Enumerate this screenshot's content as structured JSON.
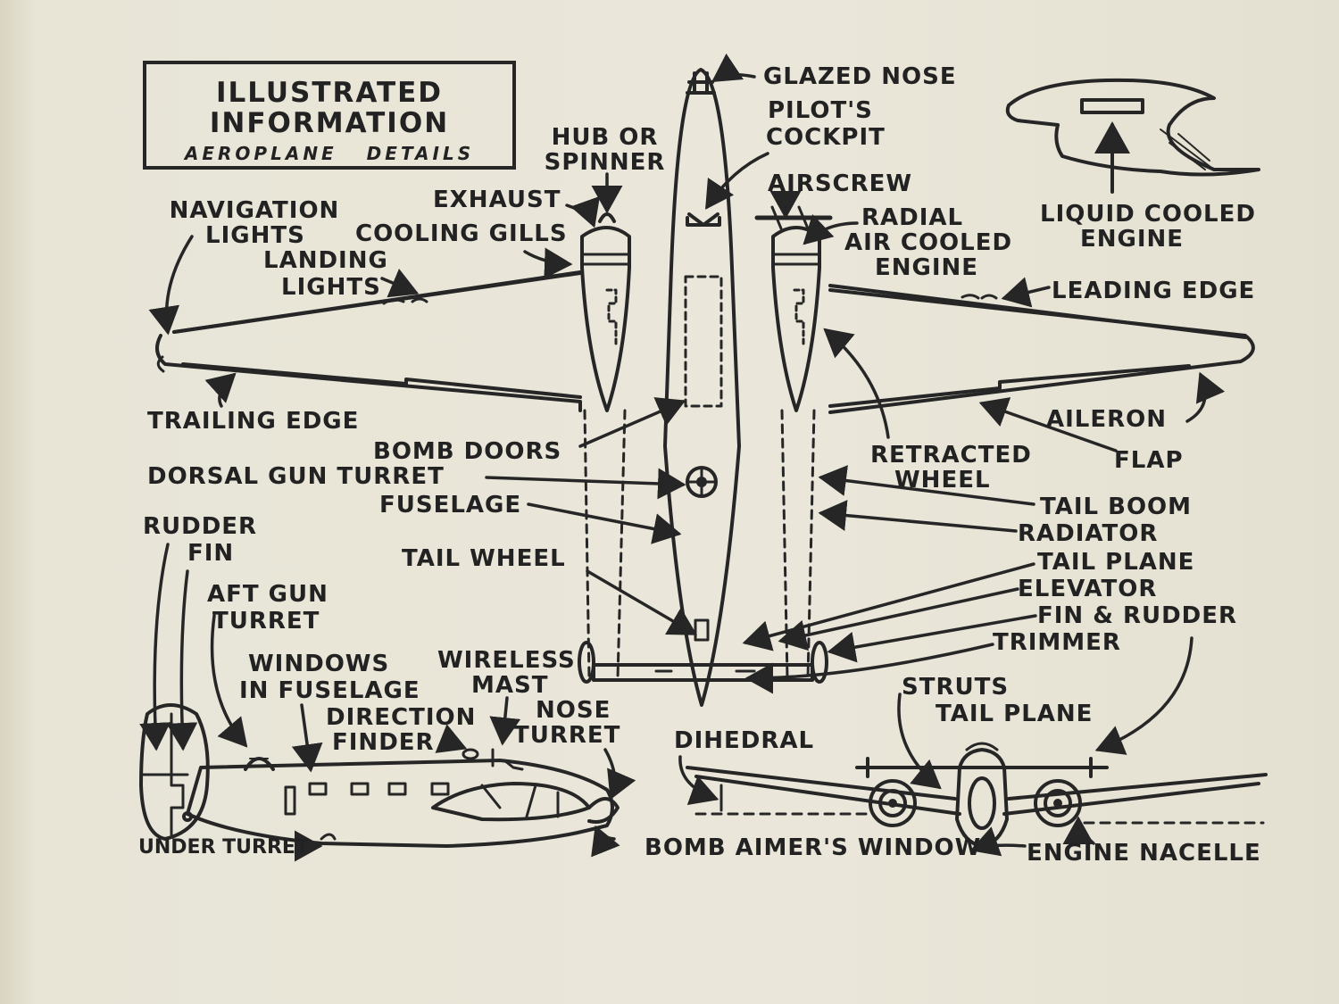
{
  "title": {
    "line1": "ILLUSTRATED",
    "line2": "INFORMATION",
    "subtitle": "AEROPLANE DETAILS"
  },
  "labels": {
    "glazed_nose": "GLAZED NOSE",
    "pilots_cockpit_1": "PILOT'S",
    "pilots_cockpit_2": "COCKPIT",
    "hub_or_spinner_1": "HUB OR",
    "hub_or_spinner_2": "SPINNER",
    "airscrew": "AIRSCREW",
    "exhaust": "EXHAUST",
    "navigation_lights_1": "NAVIGATION",
    "navigation_lights_2": "LIGHTS",
    "cooling_gills": "COOLING GILLS",
    "landing_lights_1": "LANDING",
    "landing_lights_2": "LIGHTS",
    "radial_engine_1": "RADIAL",
    "radial_engine_2": "AIR COOLED",
    "radial_engine_3": "ENGINE",
    "liquid_cooled_1": "LIQUID COOLED",
    "liquid_cooled_2": "ENGINE",
    "leading_edge": "LEADING EDGE",
    "trailing_edge": "TRAILING EDGE",
    "aileron": "AILERON",
    "bomb_doors": "BOMB DOORS",
    "retracted_wheel_1": "RETRACTED",
    "retracted_wheel_2": "WHEEL",
    "flap": "FLAP",
    "dorsal_gun_turret": "DORSAL GUN TURRET",
    "fuselage": "FUSELAGE",
    "tail_boom": "TAIL BOOM",
    "radiator": "RADIATOR",
    "rudder": "RUDDER",
    "fin": "FIN",
    "tail_wheel": "TAIL WHEEL",
    "tail_plane_top": "TAIL PLANE",
    "elevator": "ELEVATOR",
    "fin_rudder": "FIN & RUDDER",
    "aft_gun_1": "AFT GUN",
    "aft_gun_2": "TURRET",
    "trimmer": "TRIMMER",
    "windows_1": "WINDOWS",
    "windows_2": "IN FUSELAGE",
    "wireless_1": "WIRELESS",
    "wireless_2": "MAST",
    "direction_1": "DIRECTION",
    "direction_2": "FINDER",
    "nose_turret_1": "NOSE",
    "nose_turret_2": "TURRET",
    "struts": "STRUTS",
    "tail_plane_front": "TAIL PLANE",
    "dihedral": "DIHEDRAL",
    "under_turret": "UNDER TURRET",
    "bomb_aimers_window": "BOMB AIMER'S WINDOW",
    "engine_nacelle": "ENGINE NACELLE"
  },
  "colors": {
    "ink": "#262626",
    "paper": "#e8e5d7"
  }
}
